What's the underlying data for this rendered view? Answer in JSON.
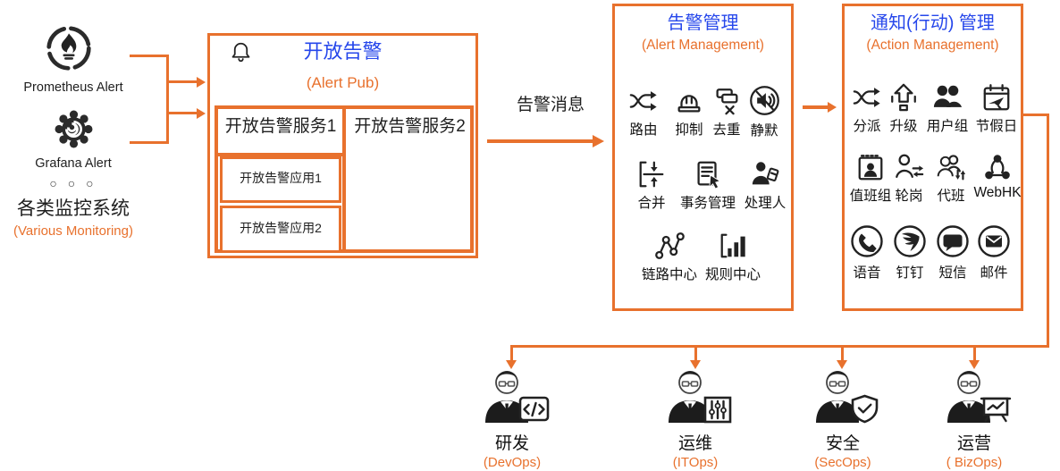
{
  "colors": {
    "accent_orange": "#E8712D",
    "title_blue": "#2647EB",
    "ink": "#1F1F1F"
  },
  "sources": {
    "prometheus": {
      "icon": "prometheus-icon",
      "label": "Prometheus Alert"
    },
    "grafana": {
      "icon": "grafana-icon",
      "label": "Grafana Alert"
    },
    "ellipsis": "○ ○ ○",
    "various_title": "各类监控系统",
    "various_sub": "(Various Monitoring)"
  },
  "alert_pub": {
    "icon": "bell-icon",
    "title": "开放告警",
    "subtitle": "(Alert Pub)",
    "services": [
      {
        "label": "开放告警服务1",
        "apps": [
          {
            "label": "开放告警应用1"
          },
          {
            "label": "开放告警应用2"
          }
        ]
      },
      {
        "label": "开放告警服务2",
        "apps": []
      }
    ]
  },
  "flow": {
    "alert_message_label": "告警消息"
  },
  "alert_management": {
    "title": "告警管理",
    "subtitle": "(Alert Management)",
    "items": [
      {
        "icon": "shuffle-icon",
        "label": "路由"
      },
      {
        "icon": "siren-icon",
        "label": "抑制"
      },
      {
        "icon": "dedupe-icon",
        "label": "去重"
      },
      {
        "icon": "mute-icon",
        "label": "静默"
      },
      {
        "icon": "merge-icon",
        "label": "合并"
      },
      {
        "icon": "task-list-icon",
        "label": "事务管理"
      },
      {
        "icon": "assignee-icon",
        "label": "处理人"
      },
      {
        "icon": "link-nodes-icon",
        "label": "链路中心"
      },
      {
        "icon": "bar-chart-icon",
        "label": "规则中心"
      }
    ]
  },
  "action_management": {
    "title": "通知(行动) 管理",
    "subtitle": "(Action Management)",
    "items": [
      {
        "icon": "dispatch-shuffle-icon",
        "label": "分派"
      },
      {
        "icon": "escalate-arrow-icon",
        "label": "升级"
      },
      {
        "icon": "user-group-icon",
        "label": "用户组"
      },
      {
        "icon": "holiday-calendar-icon",
        "label": "节假日"
      },
      {
        "icon": "oncall-calendar-icon",
        "label": "值班组"
      },
      {
        "icon": "rotation-icon",
        "label": "轮岗"
      },
      {
        "icon": "shift-swap-icon",
        "label": "代班"
      },
      {
        "icon": "webhook-icon",
        "label": "WebHK"
      },
      {
        "icon": "voice-call-icon",
        "label": "语音"
      },
      {
        "icon": "dingtalk-icon",
        "label": "钉钉"
      },
      {
        "icon": "sms-bubble-icon",
        "label": "短信"
      },
      {
        "icon": "mail-icon",
        "label": "邮件"
      }
    ]
  },
  "personas": [
    {
      "icon": "developer-icon",
      "label": "研发",
      "sub": "(DevOps)"
    },
    {
      "icon": "itops-icon",
      "label": "运维",
      "sub": "(ITOps)"
    },
    {
      "icon": "secops-icon",
      "label": "安全",
      "sub": "(SecOps)"
    },
    {
      "icon": "bizops-icon",
      "label": "运营",
      "sub": "( BizOps)"
    }
  ]
}
